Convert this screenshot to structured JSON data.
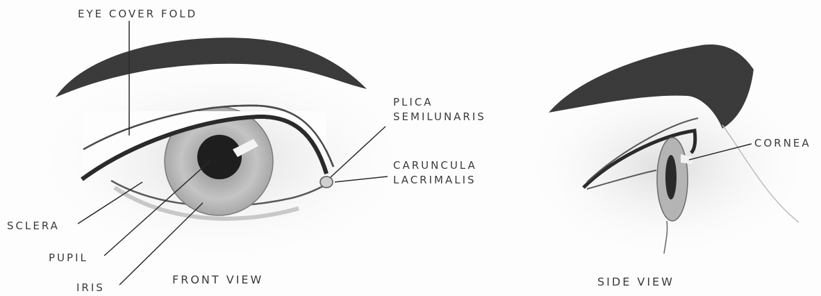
{
  "labels": {
    "eye_cover_fold": "EYE COVER FOLD",
    "plica_line1": "PLICA",
    "plica_line2": "SEMILUNARIS",
    "caruncula_line1": "CARUNCULA",
    "caruncula_line2": "LACRIMALIS",
    "sclera": "SCLERA",
    "pupil": "PUPIL",
    "iris": "IRIS",
    "cornea": "CORNEA"
  },
  "views": {
    "front": "FRONT VIEW",
    "side": "SIDE VIEW"
  },
  "colors": {
    "ink": "#2a2a2a",
    "shade": "#9a9a9a",
    "paper": "#fdfdfd"
  }
}
